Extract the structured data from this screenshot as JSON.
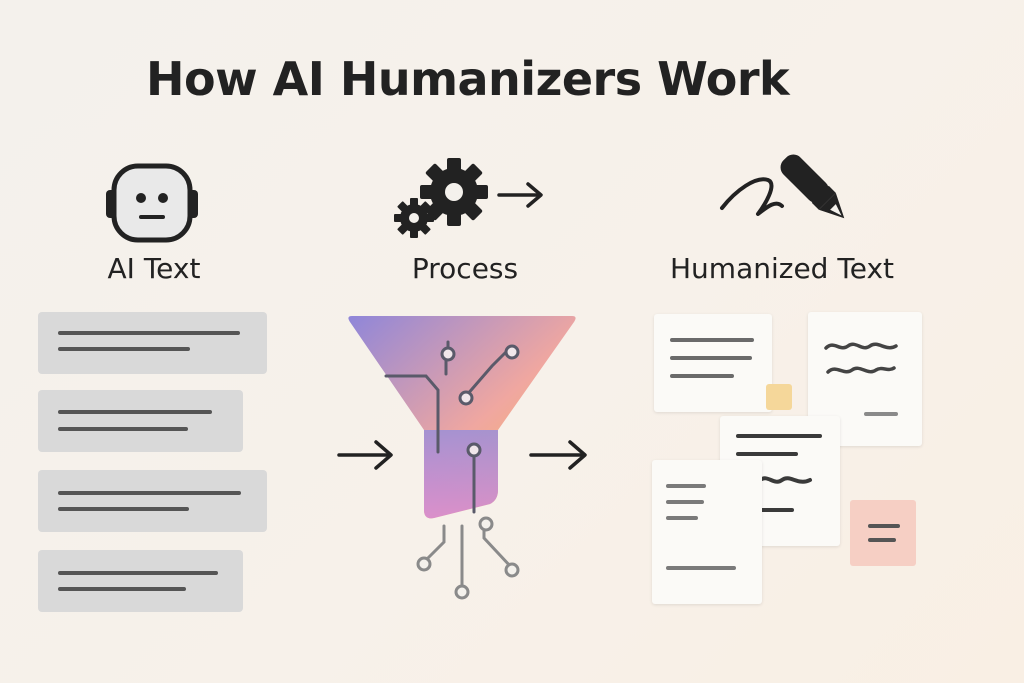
{
  "title": "How AI Humanizers Work",
  "columns": [
    {
      "label": "AI Text",
      "icon": "robot-icon"
    },
    {
      "label": "Process",
      "icon": "gears-icon"
    },
    {
      "label": "Humanized Text",
      "icon": "pen-icon"
    }
  ],
  "colors": {
    "text": "#222222",
    "card_gray": "#d9d9d9",
    "card_line": "#555555",
    "funnel_purple": "#8f86d9",
    "funnel_orange": "#f7b56a",
    "funnel_pink": "#d68ad6",
    "note_paper": "#fbfaf7",
    "sticky_yellow": "#f5d79a",
    "sticky_pink": "#f6cfc4"
  }
}
